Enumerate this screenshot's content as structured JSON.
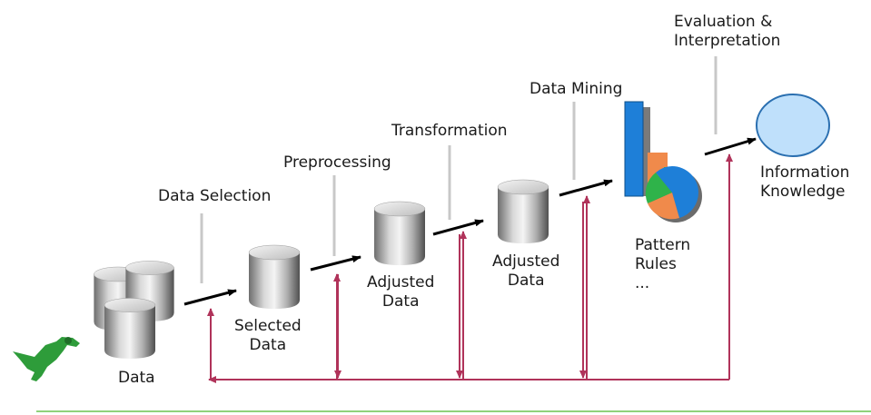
{
  "steps": {
    "data_selection": "Data Selection",
    "preprocessing": "Preprocessing",
    "transformation": "Transformation",
    "data_mining": "Data Mining",
    "evaluation_line1": "Evaluation &",
    "evaluation_line2": "Interpretation"
  },
  "stores": {
    "data": "Data",
    "selected_line1": "Selected",
    "selected_line2": "Data",
    "adjusted1_line1": "Adjusted",
    "adjusted1_line2": "Data",
    "adjusted2_line1": "Adjusted",
    "adjusted2_line2": "Data"
  },
  "patterns": {
    "line1": "Pattern",
    "line2": "Rules",
    "line3": "..."
  },
  "result": {
    "line1": "Information",
    "line2": "Knowledge"
  },
  "colors": {
    "feedback": "#b0335a",
    "arrow": "#000000",
    "circle_fill": "#bfe0fb",
    "circle_stroke": "#2a6fb0",
    "bar_blue": "#1e7fd8",
    "bar_orange": "#f08a4b",
    "bar_green": "#2fb34a",
    "mascot": "#2e9c3a",
    "footer_line": "#8fd27b"
  },
  "icons": [
    "mascot-logo-icon",
    "cylinder-icon",
    "pattern-chart-icon",
    "knowledge-circle-icon"
  ]
}
